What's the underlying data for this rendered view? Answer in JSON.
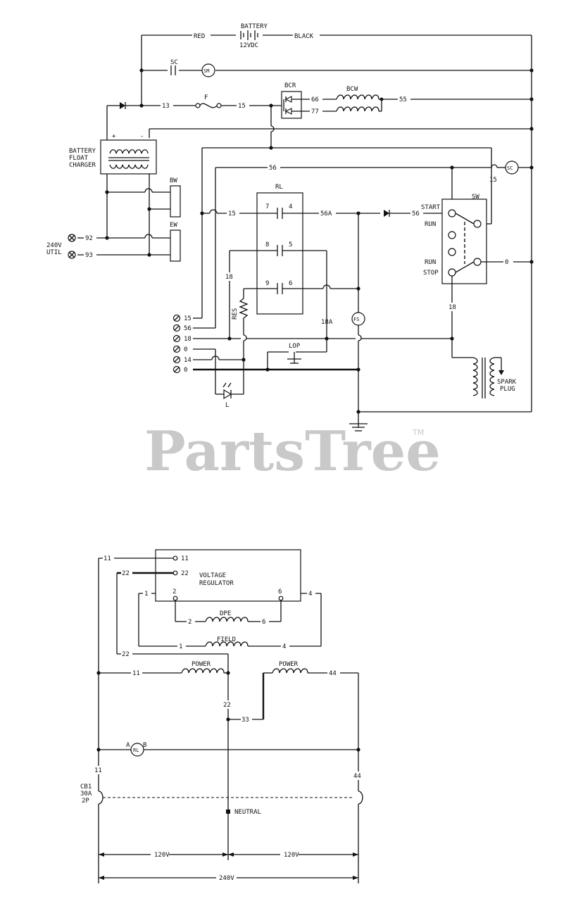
{
  "watermark": {
    "text": "PartsTree",
    "tm": "TM"
  },
  "top_diagram": {
    "battery": {
      "label": "BATTERY",
      "voltage": "12VDC",
      "wire_pos": "RED",
      "wire_neg": "BLACK"
    },
    "sc_label": "SC",
    "sm_label": "SM",
    "fuse": {
      "label": "F",
      "wire_in": "13",
      "wire_out": "15"
    },
    "bcr": {
      "label": "BCR",
      "wire_a": "66",
      "wire_b": "77"
    },
    "bcw": {
      "label": "BCW",
      "wire_out": "55"
    },
    "charger": {
      "line1": "BATTERY",
      "line2": "FLOAT",
      "line3": "CHARGER",
      "plus": "+",
      "minus": "-"
    },
    "bw_label": "BW",
    "ew_label": "EW",
    "util": {
      "line1": "240V",
      "line2": "UTIL",
      "w1": "92",
      "w2": "93"
    },
    "wire_56": "56",
    "wire_15_sc": "15",
    "sc2_label": "SC",
    "rl": {
      "label": "RL",
      "c7": "7",
      "c4": "4",
      "c8": "8",
      "c5": "5",
      "c9": "9",
      "c6": "6"
    },
    "wire_15_rl": "15",
    "wire_56a": "56A",
    "wire_56_sw": "56",
    "sw": {
      "label": "SW",
      "start": "START",
      "run1": "RUN",
      "run2": "RUN",
      "stop": "STOP"
    },
    "wire_0_sw": "0",
    "wire_18_left": "18",
    "res_label": "RES",
    "wire_18a": "18A",
    "fs_label": "FS",
    "wire_18_sw": "18",
    "lop_label": "LOP",
    "spark": {
      "line1": "SPARK",
      "line2": "PLUG"
    },
    "l_label": "L",
    "terminals": [
      "15",
      "56",
      "18",
      "0",
      "14",
      "0"
    ]
  },
  "bottom_diagram": {
    "vr": {
      "line1": "VOLTAGE",
      "line2": "REGULATOR",
      "t11": "11",
      "t22": "22",
      "t2": "2",
      "t6": "6"
    },
    "wire_11_top": "11",
    "wire_22_top": "22",
    "wire_1_left": "1",
    "wire_4_right": "4",
    "dpe": {
      "label": "DPE",
      "w2": "2",
      "w6": "6"
    },
    "field": {
      "label": "FIELD",
      "w1": "1",
      "w4": "4"
    },
    "wire_22_left": "22",
    "power_left": {
      "label": "POWER",
      "wire": "11"
    },
    "power_right": {
      "label": "POWER",
      "wire": "44"
    },
    "wire_22_mid": "22",
    "wire_33": "33",
    "rl": {
      "label": "RL",
      "a": "A",
      "b": "B"
    },
    "wire_11_bot": "11",
    "wire_44_bot": "44",
    "cb1": {
      "line1": "CB1",
      "line2": "30A",
      "line3": "2P"
    },
    "neutral": "NEUTRAL",
    "v_left": "120V",
    "v_right": "120V",
    "v_total": "240V"
  }
}
